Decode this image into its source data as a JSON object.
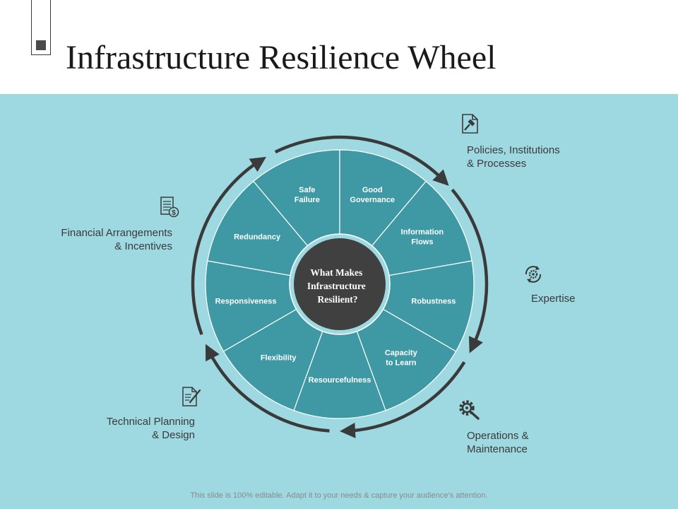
{
  "slide": {
    "title": "Infrastructure Resilience Wheel",
    "footer": "This slide is 100% editable. Adapt it to your needs & capture your audience’s attention."
  },
  "wheel": {
    "center_text": [
      "What Makes",
      "Infrastructure",
      "Resilient?"
    ],
    "segments": [
      [
        "Safe",
        "Failure"
      ],
      [
        "Good",
        "Governance"
      ],
      [
        "Information",
        "Flows"
      ],
      [
        "Robustness"
      ],
      [
        "Capacity",
        "to Learn"
      ],
      [
        "Resourcefulness"
      ],
      [
        "Flexibility"
      ],
      [
        "Responsiveness"
      ],
      [
        "Redundancy"
      ]
    ]
  },
  "factors": {
    "policies": "Policies, Institutions\n& Processes",
    "expertise": "Expertise",
    "operations": "Operations &\nMaintenance",
    "technical": "Technical Planning\n& Design",
    "financial": "Financial Arrangements\n& Incentives"
  },
  "icons": {
    "policies": "document-gavel-icon",
    "expertise": "gear-refresh-icon",
    "operations": "gear-wrench-icon",
    "technical": "document-pen-icon",
    "financial": "document-dollar-icon"
  },
  "colors": {
    "panel_background": "#9ed9e2",
    "segment_fill": "#3e99a5",
    "center_fill": "#404040",
    "arrow": "#3a3a3a"
  }
}
